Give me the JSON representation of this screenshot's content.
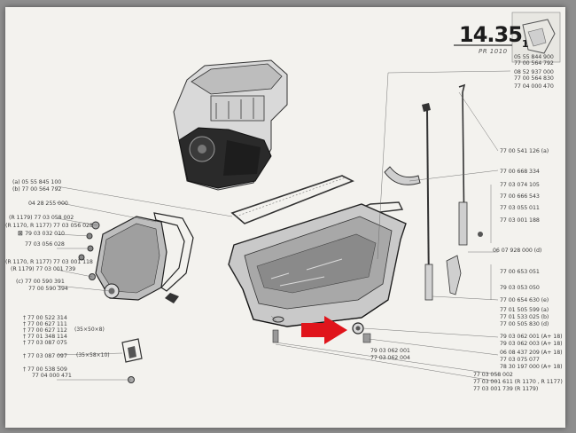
{
  "page": {
    "number": "14.35",
    "sub": "1",
    "code": "PR 1010",
    "colors": {
      "paper": "#f3f2ee",
      "ink": "#3d3d3d",
      "arrow": "#e0141b"
    }
  },
  "labels_top_right": [
    "05 55 844 900",
    "77 00 564 792",
    "08 52 937 000",
    "77 00 564 830",
    "77 04 000 470"
  ],
  "labels_left": {
    "a_gasket": "(a) 05 55 845 100",
    "b_gasket": "(b) 77 00 564 792",
    "oil_pump": "04 28 255 000",
    "r1179_a": "(R 1179) 77 03 058 002",
    "r1170_a": "(R 1170, R 1177) 77 03 056 028",
    "bolt_a": "79 03 032 010",
    "bolt_b": "77 03 056 028",
    "r1170_b": "(R 1170, R 1177) 77 03 001 118",
    "r1179_b": "(R 1179) 77 03 001 739",
    "c_seal": "(c) 77 00 590 391",
    "seal2": "77 00 590 394"
  },
  "labels_bottom_left": [
    "77 00 522 314",
    "77 00 627 111",
    "77 00 627 112",
    "77 01 348 114",
    "77 03 087 075",
    "77 03 087 097",
    "77 00 538 509",
    "77 04 000 471"
  ],
  "bracket_a": "(35×50×8)",
  "bracket_b": "(35×58×10)",
  "labels_right": [
    "77 00 541 126 (a)",
    "77 00 668 334",
    "77 03 074 105",
    "77 00 666 543",
    "77 03 055 011",
    "77 03 001 188",
    "06 07 928 000 (d)",
    "77 00 653 051",
    "79 03 053 050",
    "77 00 654 630 (e)",
    "77 01 505 599 (a)",
    "77 01 533 025 (b)",
    "77 00 505 830 (d)",
    "79 03 062 001 (A+ 18)",
    "79 03 062 003 (A+ 18)",
    "06 08 437 209 (A+ 18)",
    "77 03 075 077",
    "78 30 197 000 (A+ 18)",
    "77 03 058 002",
    "77 03 001 611 (R 1170 , R 1177)",
    "77 03 001 739 (R 1179)"
  ],
  "labels_middle": [
    "79 03 062 001",
    "77 03 062 004"
  ]
}
